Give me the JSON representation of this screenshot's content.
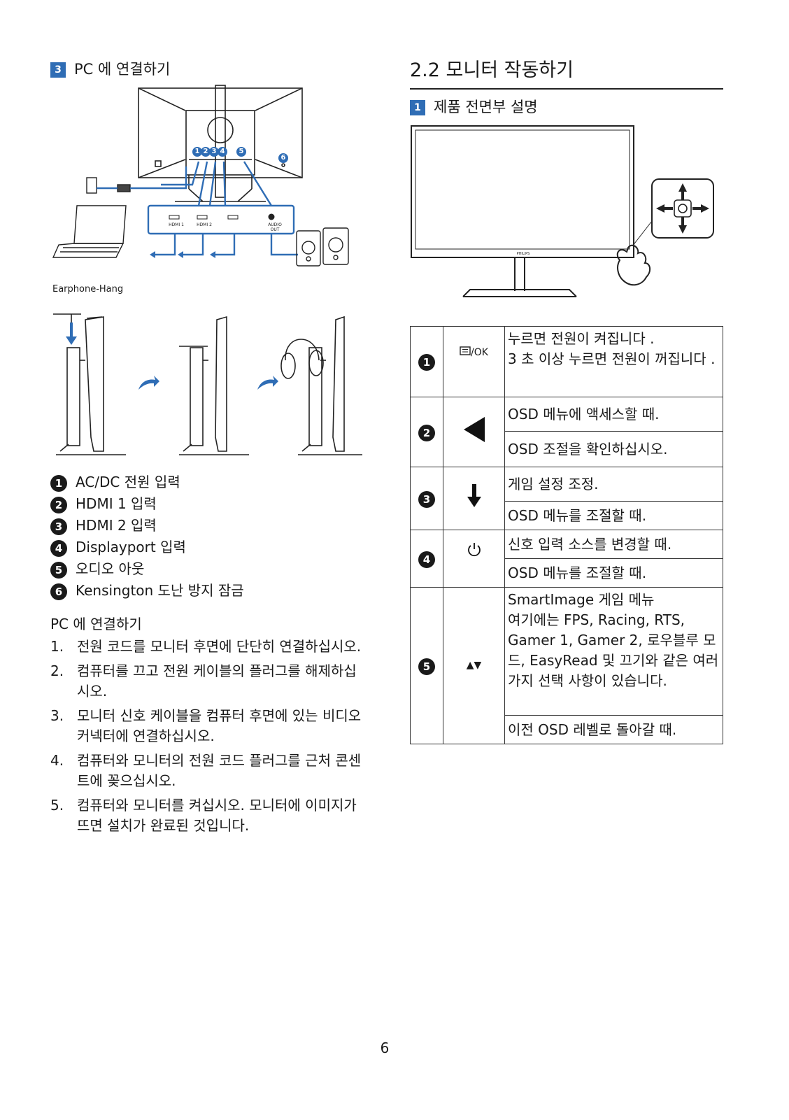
{
  "left": {
    "section_number": "3",
    "section_title": "PC 에 연결하기",
    "rear_panel": {
      "callouts": [
        "1",
        "2",
        "3",
        "4",
        "5",
        "6"
      ],
      "ports": [
        "HDMI 1",
        "HDMI 2",
        "",
        "AUDIO OUT"
      ]
    },
    "hang_label": "Earphone-Hang",
    "legend": [
      {
        "num": "1",
        "text": "AC/DC 전원 입력"
      },
      {
        "num": "2",
        "text": "HDMI 1 입력"
      },
      {
        "num": "3",
        "text": "HDMI 2 입력"
      },
      {
        "num": "4",
        "text": "Displayport 입력"
      },
      {
        "num": "5",
        "text": "오디오 아웃"
      },
      {
        "num": "6",
        "text": "Kensington 도난 방지 잠금"
      }
    ],
    "steps_heading": "PC 에 연결하기",
    "steps": [
      {
        "n": "1.",
        "text": "전원 코드를 모니터 후면에 단단히 연결하십시오."
      },
      {
        "n": "2.",
        "text": "컴퓨터를 끄고 전원 케이블의 플러그를 해제하십시오."
      },
      {
        "n": "3.",
        "text": "모니터 신호 케이블을 컴퓨터 후면에 있는 비디오 커넥터에 연결하십시오."
      },
      {
        "n": "4.",
        "text": "컴퓨터와 모니터의 전원 코드 플러그를 근처 콘센트에 꽂으십시오."
      },
      {
        "n": "5.",
        "text": "컴퓨터와 모니터를 켜십시오. 모니터에 이미지가 뜨면 설치가 완료된 것입니다."
      }
    ]
  },
  "right": {
    "title": "2.2  모니터 작동하기",
    "section_number": "1",
    "section_title": "제품 전면부 설명",
    "brand": "PHILIPS",
    "controls": [
      {
        "num": "1",
        "icon": "menu-ok",
        "icon_label": "/OK",
        "rows": [
          "누르면 전원이 켜집니다 .\n3 초 이상 누르면 전원이 꺼집니다 ."
        ]
      },
      {
        "num": "2",
        "icon": "left-triangle",
        "rows": [
          "OSD 메뉴에 액세스할 때.",
          "OSD 조절을 확인하십시오."
        ]
      },
      {
        "num": "3",
        "icon": "down-arrow",
        "rows": [
          "게임 설정 조정.",
          "OSD 메뉴를 조절할 때."
        ]
      },
      {
        "num": "4",
        "icon": "power",
        "rows": [
          "신호 입력 소스를 변경할 때.",
          "OSD 메뉴를 조절할 때."
        ]
      },
      {
        "num": "5",
        "icon": "up-down",
        "icon_label": "▲▼",
        "rows": [
          "SmartImage 게임 메뉴\n여기에는 FPS, Racing, RTS, Gamer 1, Gamer 2, 로우블루 모드, EasyRead 및 끄기와 같은 여러 가지 선택 사항이 있습니다.",
          "이전 OSD 레벨로 돌아갈 때."
        ]
      }
    ]
  },
  "page_number": "6"
}
